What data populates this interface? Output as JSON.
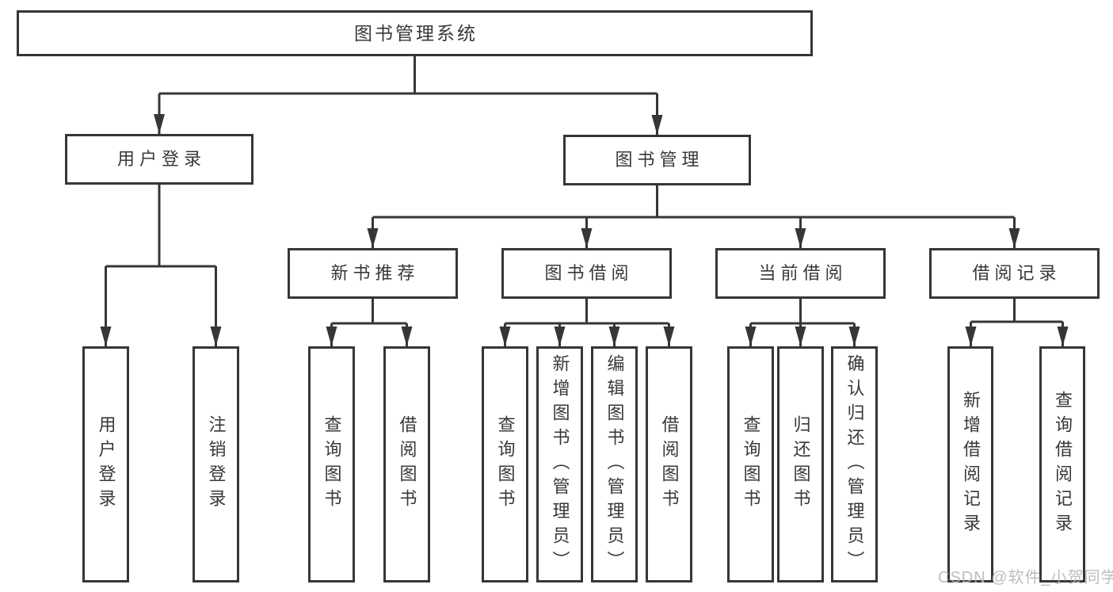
{
  "diagram_title": "图书管理系统",
  "tree": {
    "root": {
      "label": "图书管理系统"
    },
    "branches": [
      {
        "label": "用户登录",
        "children": [
          {
            "label": "用户登录"
          },
          {
            "label": "注销登录"
          }
        ]
      },
      {
        "label": "图书管理",
        "children": [
          {
            "label": "新书推荐",
            "children": [
              {
                "label": "查询图书"
              },
              {
                "label": "借阅图书"
              }
            ]
          },
          {
            "label": "图书借阅",
            "children": [
              {
                "label": "查询图书"
              },
              {
                "label": "新增图书（管理员）"
              },
              {
                "label": "编辑图书（管理员）"
              },
              {
                "label": "借阅图书"
              }
            ]
          },
          {
            "label": "当前借阅",
            "children": [
              {
                "label": "查询图书"
              },
              {
                "label": "归还图书"
              },
              {
                "label": "确认归还（管理员）"
              }
            ]
          },
          {
            "label": "借阅记录",
            "children": [
              {
                "label": "新增借阅记录"
              },
              {
                "label": "查询借阅记录"
              }
            ]
          }
        ]
      }
    ]
  },
  "watermark": {
    "text": "CSDN @软件_小贺同学"
  },
  "colors": {
    "background": "#ffffff",
    "line": "#363636",
    "text": "#383838",
    "watermark": "#b5b5b5"
  }
}
